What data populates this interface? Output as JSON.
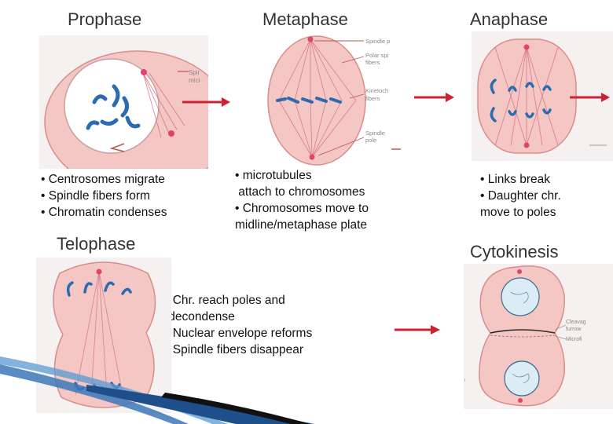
{
  "phases": {
    "prophase": {
      "title": "Prophase",
      "bullets": [
        "• Centrosomes migrate",
        "• Spindle fibers form",
        "• Chromatin condenses"
      ],
      "figure_labels": [
        "Spir",
        "mici"
      ]
    },
    "metaphase": {
      "title": "Metaphase",
      "bullets": [
        "• microtubules",
        " attach to chromosomes",
        "• Chromosomes move to",
        "midline/metaphase plate"
      ],
      "figure_labels": [
        "Spindle p",
        "Polar spi",
        "fibers",
        "Kinetoch",
        "fibers",
        "Spindle",
        "pole"
      ]
    },
    "anaphase": {
      "title": "Anaphase",
      "bullets": [
        "• Links break",
        "• Daughter chr.",
        "move to poles"
      ]
    },
    "telophase": {
      "title": "Telophase",
      "bullets": [
        "• Chr. reach poles and",
        " decondense",
        "• Nuclear envelope reforms",
        "• Spindle fibers disappear"
      ]
    },
    "cytokinesis": {
      "title": "Cytokinesis",
      "figure_labels": [
        "Cleavag",
        "furrow",
        "Microfi"
      ]
    }
  },
  "colors": {
    "arrow": "#cc2233",
    "cell_fill": "#f4c7c4",
    "cell_stroke": "#d98c8c",
    "chromosome": "#2b6cb0",
    "spindle": "#d0607a",
    "accent_blue": "#2b6cb0"
  }
}
